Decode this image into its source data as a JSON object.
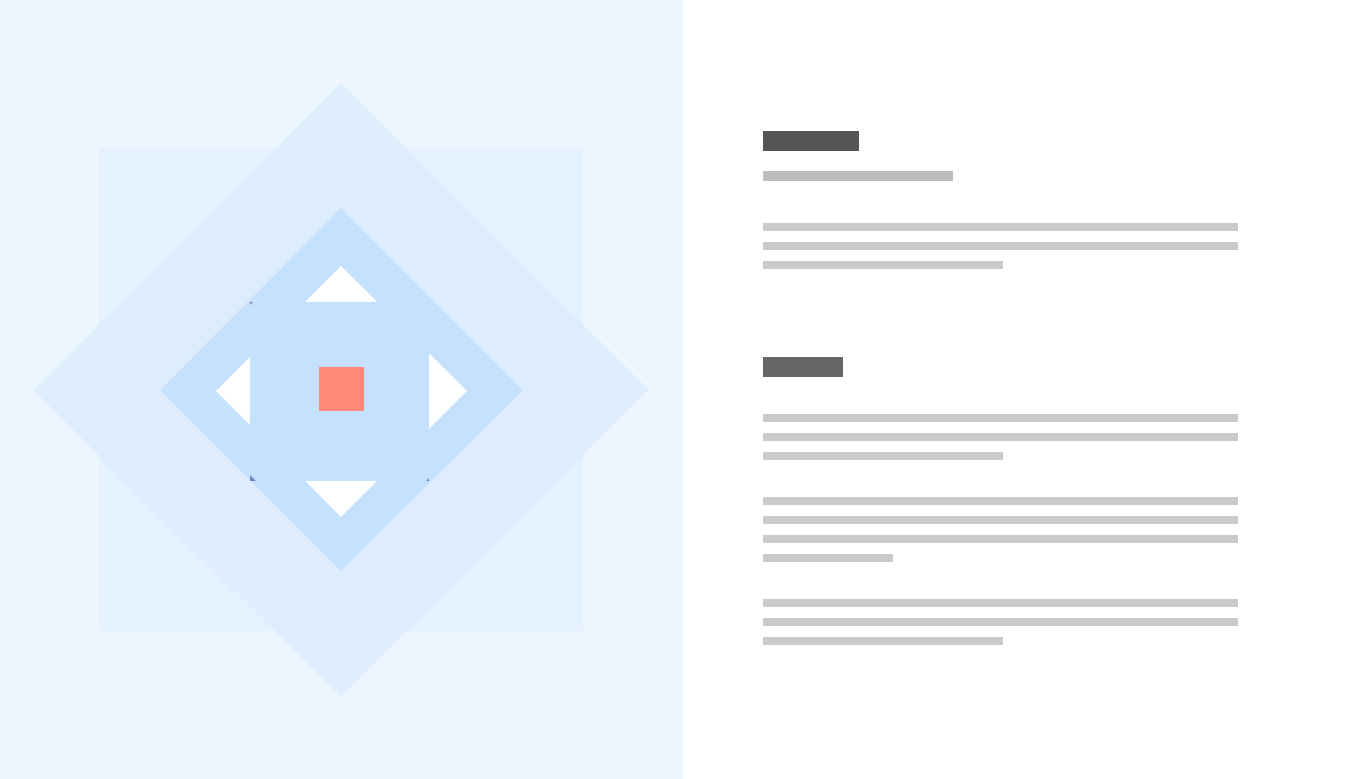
{
  "colors": {
    "left_background": "#edf6ff",
    "outer_square": "#e5f1ff",
    "outer_diamond": "#ddeeff",
    "mid_diamond": "#c5e1fd",
    "white_diamond": "#ffffff",
    "navy_square": "#7583c8",
    "inner_diamond": "#c5e1fd",
    "center_square": "#ff8a7a",
    "heading_placeholder": "#555555",
    "text_placeholder": "#cbcbcb"
  },
  "illustration": {
    "name": "nested-diamond-graphic"
  },
  "content": {
    "section1": {
      "heading": "",
      "subtitle": "",
      "paragraph_lines": 3
    },
    "section2": {
      "heading": "",
      "paragraphs": [
        {
          "lines": 3
        },
        {
          "lines": 4
        },
        {
          "lines": 3
        }
      ]
    }
  }
}
